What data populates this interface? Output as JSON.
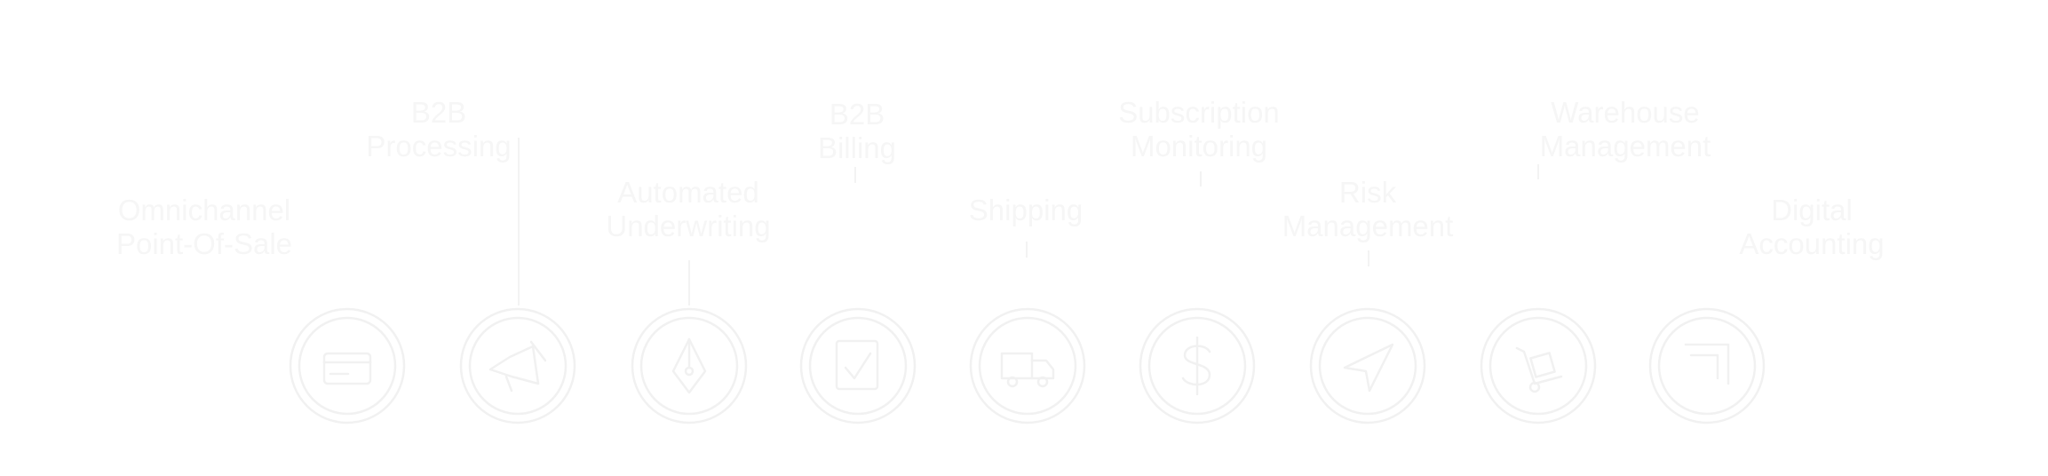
{
  "colors": {
    "background": "#ffffff",
    "foreground": "#f4f4f4"
  },
  "steps": [
    {
      "key": "point-of-sale",
      "label": "Omnichannel\nPoint-Of-Sale",
      "icon": "credit-card-icon"
    },
    {
      "key": "processing",
      "label": "B2B\nProcessing",
      "icon": "megaphone-icon"
    },
    {
      "key": "underwriting",
      "label": "Automated\nUnderwriting",
      "icon": "pen-nib-icon"
    },
    {
      "key": "billing",
      "label": "B2B\nBilling",
      "icon": "checked-document-icon"
    },
    {
      "key": "shipping",
      "label": "Shipping",
      "icon": "delivery-truck-icon"
    },
    {
      "key": "monitoring",
      "label": "Subscription\nMonitoring",
      "icon": "dollar-icon"
    },
    {
      "key": "risk-management",
      "label": "Risk\nManagement",
      "icon": "navigation-arrow-icon"
    },
    {
      "key": "warehouse-management",
      "label": "Warehouse\nManagement",
      "icon": "hand-truck-icon"
    },
    {
      "key": "accounting",
      "label": "Digital\nAccounting",
      "icon": "corner-arrow-icon"
    }
  ]
}
